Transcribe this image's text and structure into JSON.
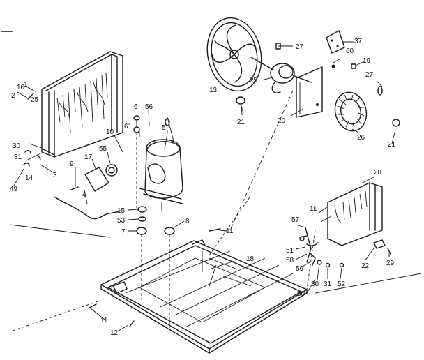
{
  "diagram": {
    "labels": {
      "l1": "1",
      "l2": "2",
      "l3": "3",
      "l4": "4",
      "l5": "5",
      "l6": "6",
      "l7": "7",
      "l8": "8",
      "l9": "9",
      "l10": "10",
      "l11a": "11",
      "l11b": "11",
      "l11c": "11",
      "l12": "12",
      "l13": "13",
      "l14": "14",
      "l15": "15",
      "l16": "16",
      "l17": "17",
      "l18": "18",
      "l19": "19",
      "l20": "20",
      "l21a": "21",
      "l21b": "21",
      "l22": "22",
      "l25a": "25",
      "l25b": "25",
      "l26": "26",
      "l27a": "27",
      "l27b": "27",
      "l28": "28",
      "l29": "29",
      "l30a": "30",
      "l30b": "30",
      "l31a": "31",
      "l31b": "31",
      "l37": "37",
      "l49": "49",
      "l50": "50",
      "l51": "51",
      "l52": "52",
      "l53": "53",
      "l55": "55",
      "l56": "56",
      "l57": "57",
      "l58": "58",
      "l59": "59",
      "l60": "60",
      "l61": "61"
    }
  }
}
